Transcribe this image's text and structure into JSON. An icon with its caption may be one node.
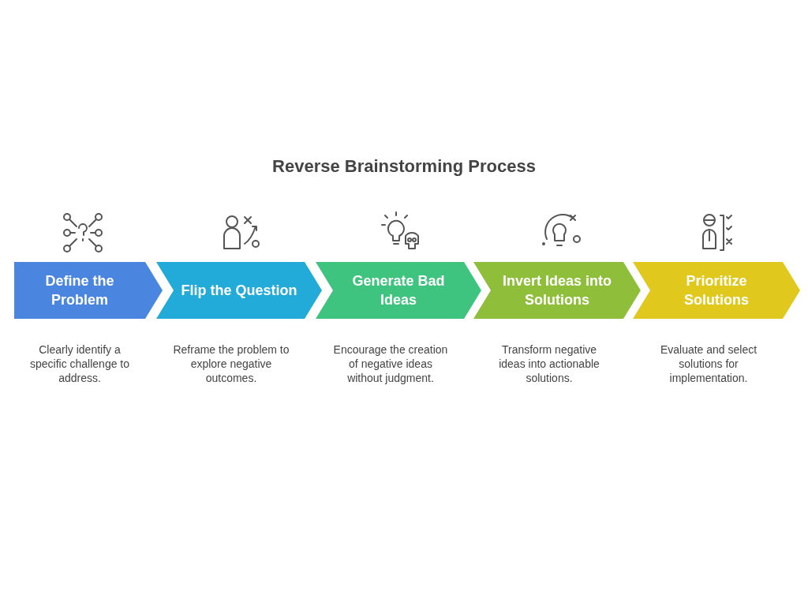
{
  "diagram": {
    "title": "Reverse Brainstorming Process",
    "nodes": [
      {
        "text": [
          "Define the Problem"
        ],
        "beside": [
          "Clearly identify a specific challenge to address."
        ]
      },
      {
        "text": [
          "Flip the Question"
        ],
        "beside": [
          "Reframe the problem to explore negative outcomes."
        ]
      },
      {
        "text": [
          "Generate Bad Ideas"
        ],
        "beside": [
          "Encourage the creation of negative ideas without judgment."
        ]
      },
      {
        "text": [
          "Invert Ideas into Solutions"
        ],
        "beside": [
          "Transform negative ideas into actionable solutions."
        ]
      },
      {
        "text": [
          "Prioritize Solutions"
        ],
        "beside": [
          "Evaluate and select solutions for implementation."
        ]
      }
    ],
    "edges": []
  }
}
